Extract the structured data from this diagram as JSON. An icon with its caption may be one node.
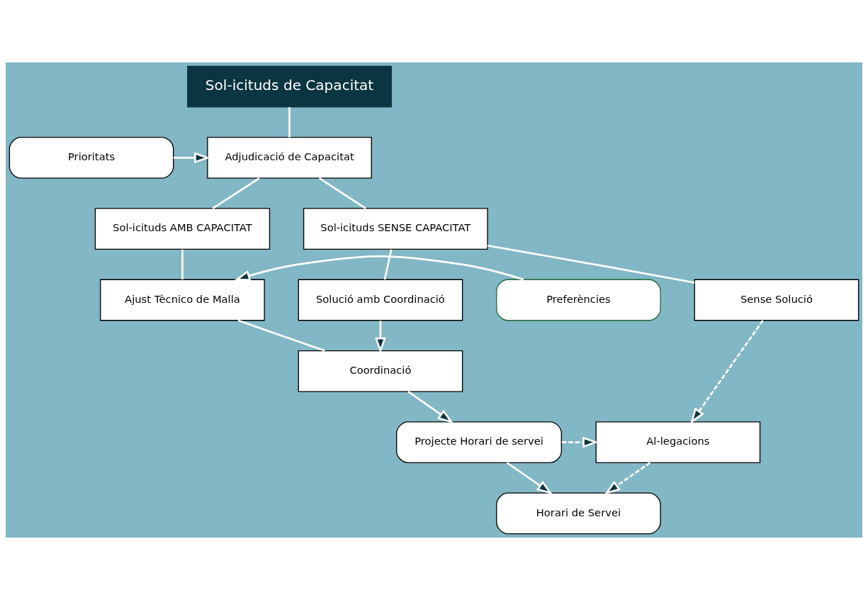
{
  "diagram": {
    "nodes": [
      {
        "text": [
          "Sol-icituds de Capacitat"
        ]
      },
      {
        "text": [
          "Adjudicació de Capacitat"
        ]
      },
      {
        "text": [
          "Prioritats"
        ]
      },
      {
        "text": [
          "Sol-icituds AMB CAPACITAT"
        ]
      },
      {
        "text": [
          "Sol-icituds SENSE CAPACITAT"
        ]
      },
      {
        "text": [
          "Ajust Tècnico de Malla"
        ]
      },
      {
        "text": [
          "Preferències"
        ]
      },
      {
        "text": [
          "Solució amb Coordinació"
        ]
      },
      {
        "text": [
          "Sense Solució"
        ]
      },
      {
        "text": [
          "Coordinació"
        ]
      },
      {
        "text": [
          "Projecte Horari de servei"
        ]
      },
      {
        "text": [
          "Al-legacions"
        ]
      },
      {
        "text": [
          "Horari de Servei"
        ]
      }
    ],
    "edges": [
      {
        "from": 0,
        "to": 1,
        "arrow": "none"
      },
      {
        "from": 2,
        "to": 1,
        "arrow": "to"
      },
      {
        "from": 1,
        "to": 3,
        "arrow": "none"
      },
      {
        "from": 1,
        "to": 4,
        "arrow": "none"
      },
      {
        "from": 3,
        "to": 5,
        "arrow": "none"
      },
      {
        "from": 6,
        "to": 5,
        "arrow": "to"
      },
      {
        "from": 5,
        "to": 9,
        "arrow": "none"
      },
      {
        "from": 4,
        "to": 7,
        "arrow": "none"
      },
      {
        "from": 4,
        "to": 8,
        "arrow": "none"
      },
      {
        "from": 7,
        "to": 9,
        "arrow": "to"
      },
      {
        "from": 9,
        "to": 10,
        "arrow": "to"
      },
      {
        "from": 8,
        "to": 11,
        "arrow": "to",
        "style": "dashed"
      },
      {
        "from": 10,
        "to": 11,
        "arrow": "to",
        "style": "dashed"
      },
      {
        "from": 10,
        "to": 12,
        "arrow": "to"
      },
      {
        "from": 11,
        "to": 12,
        "arrow": "to",
        "style": "dashed"
      }
    ]
  }
}
